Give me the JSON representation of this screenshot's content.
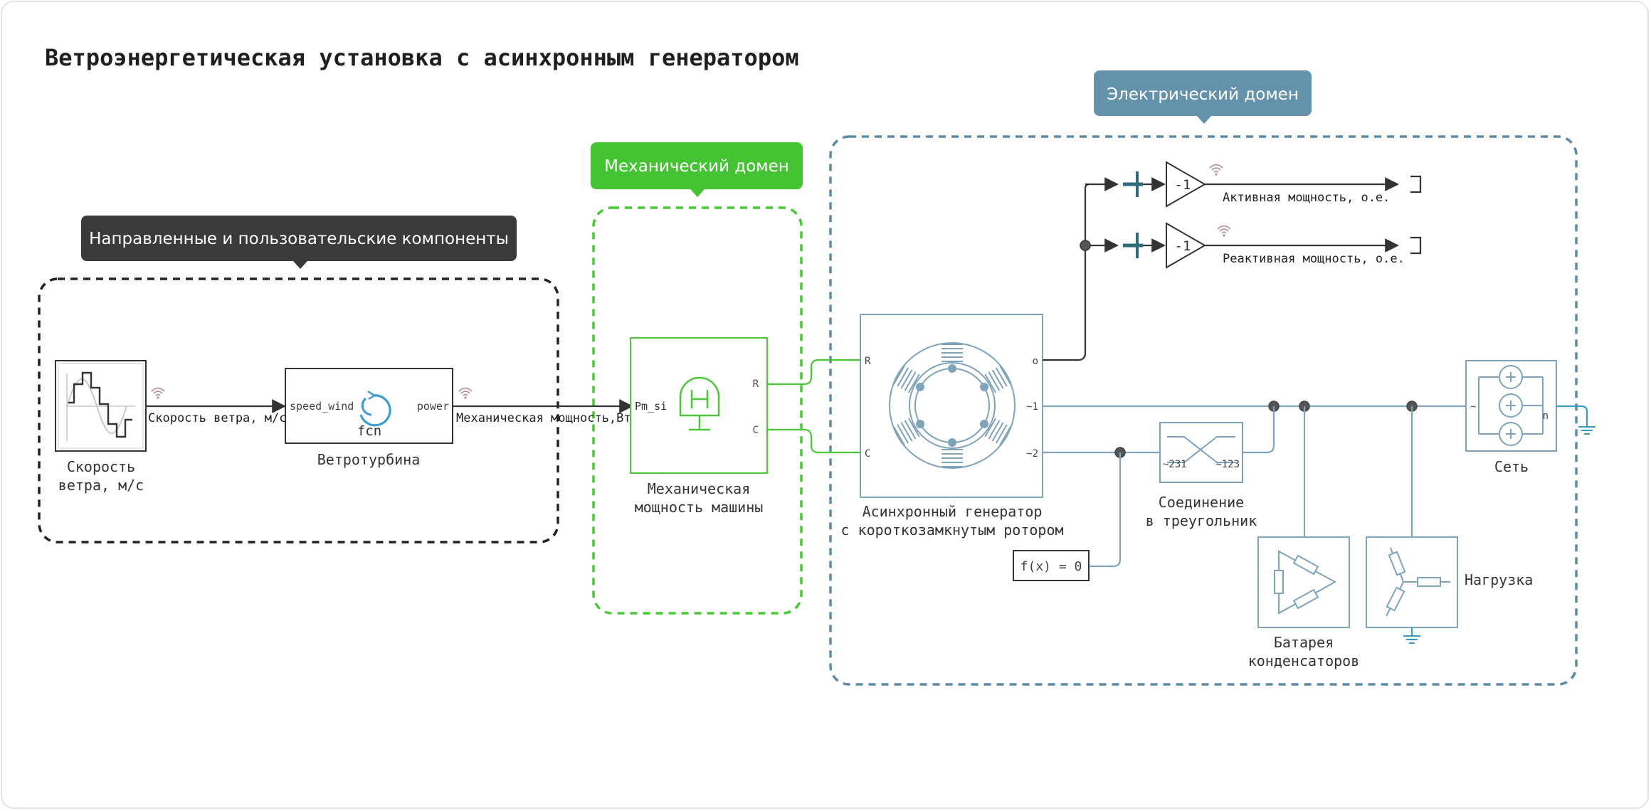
{
  "title": "Ветроэнергетическая установка с асинхронным генератором",
  "domains": {
    "directed": "Направленные и пользовательские компоненты",
    "mechanical": "Механический домен",
    "electrical": "Электрический домен"
  },
  "colors": {
    "directed": "#2b2b2b",
    "directed_bubble": "#3a3a3a",
    "mechanical": "#4bc737",
    "mechanical_bubble": "#45c433",
    "electrical": "#5b8ba6",
    "electrical_bubble": "#6592ab",
    "signal": "#333333",
    "ground": "#3a9bc2",
    "pin": "#2f6b78"
  },
  "blocks": {
    "wind_source": {
      "label_line1": "Скорость",
      "label_line2": "ветра, м/с"
    },
    "turbine": {
      "label": "Ветротурбина",
      "port_in": "speed_wind",
      "port_out": "power",
      "icon_text": "fcn"
    },
    "mech_power": {
      "label_line1": "Механическая",
      "label_line2": "мощность машины",
      "port_in": "Pm_si",
      "port_r": "R",
      "port_c": "C"
    },
    "generator": {
      "label_line1": "Асинхронный генератор",
      "label_line2": "с короткозамкнутым ротором",
      "port_r": "R",
      "port_c": "C",
      "port_o": "o",
      "port_1": "~1",
      "port_2": "~2"
    },
    "delta": {
      "label_line1": "Соединение",
      "label_line2": "в треугольник",
      "port_a": "~231",
      "port_b": "~123"
    },
    "constant": {
      "text": "f(x) = 0"
    },
    "grid": {
      "label": "Сеть",
      "port_in": "~",
      "port_n": "n"
    },
    "capacitors": {
      "label_line1": "Батарея",
      "label_line2": "конденсаторов"
    },
    "load": {
      "label": "Нагрузка"
    },
    "gain_active": {
      "text": "-1"
    },
    "gain_reactive": {
      "text": "-1"
    }
  },
  "signals": {
    "wind_speed": "Скорость ветра, м/с",
    "mech_power": "Механическая мощность,Вт",
    "active_power": "Активная мощность, о.е.",
    "reactive_power": "Реактивная мощность, о.е."
  }
}
